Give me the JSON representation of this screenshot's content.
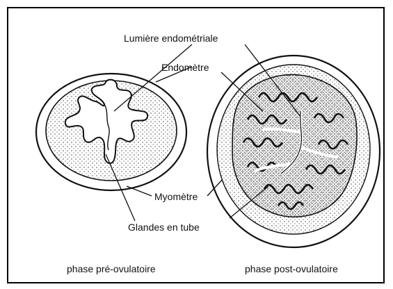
{
  "labels": {
    "lumen": "Lumière endométriale",
    "endometrium": "Endomètre",
    "myometrium": "Myomètre",
    "glands": "Glandes en tube"
  },
  "captions": {
    "pre": "phase pré-ovulatoire",
    "post": "phase post-ovulatoire"
  }
}
